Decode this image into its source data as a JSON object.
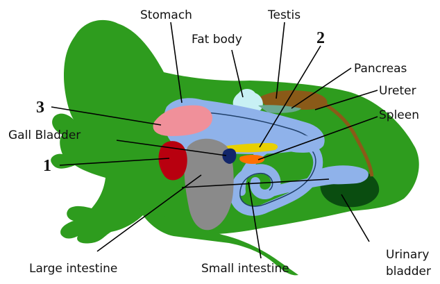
{
  "labels": {
    "stomach": "Stomach",
    "testis": "Testis",
    "fat_body": "Fat body",
    "pancreas": "Pancreas",
    "ureter": "Ureter",
    "spleen": "Spleen",
    "gall_bladder": "Gall Bladder",
    "large_intestine": "Large intestine",
    "small_intestine": "Small intestine",
    "urinary_bladder_line1": "Urinary",
    "urinary_bladder_line2": "bladder"
  },
  "numbers": {
    "n1": "1",
    "n2": "2",
    "n3": "3"
  },
  "colors": {
    "frog_body": "#2e9c1e",
    "stomach": "#8fb2ea",
    "intestine": "#8fb2ea",
    "large_intestine": "#8a8a8a",
    "pink_organ": "#f0909a",
    "liver": "#b8000f",
    "fat_body": "#c8f0f4",
    "testis": "#8a5a18",
    "pancreas": "#e8d000",
    "spleen": "#ff7000",
    "urinary_bladder": "#0a4d10",
    "gall_bladder": "#12266a"
  }
}
